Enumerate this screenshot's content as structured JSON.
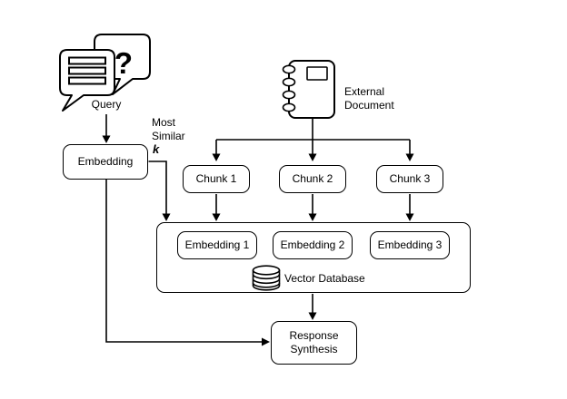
{
  "diagram": {
    "colors": {
      "background": "#ffffff",
      "stroke": "#000000",
      "text": "#000000",
      "node_fill": "#ffffff"
    },
    "icons": {
      "query_icon": "chat-bubbles-with-question-mark",
      "question_mark_glyph": "?",
      "document_icon": "spiral-notebook",
      "database_icon": "database-cylinder"
    },
    "labels": {
      "query": "Query",
      "most_similar_line1": "Most",
      "most_similar_line2": "Similar",
      "k": "k",
      "external_document_line1": "External",
      "external_document_line2": "Document",
      "vector_database": "Vector Database"
    },
    "nodes": {
      "query_embedding": "Embedding",
      "chunk1": "Chunk 1",
      "chunk2": "Chunk 2",
      "chunk3": "Chunk 3",
      "embedding1": "Embedding 1",
      "embedding2": "Embedding 2",
      "embedding3": "Embedding 3",
      "response_line1": "Response",
      "response_line2": "Synthesis"
    }
  }
}
